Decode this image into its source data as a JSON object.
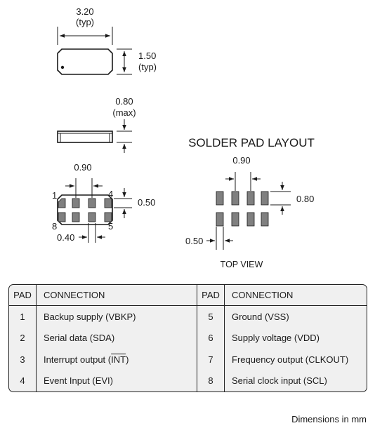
{
  "package": {
    "length": "3.20",
    "width": "1.50",
    "height": "0.80",
    "typ": "(typ)",
    "max": "(max)"
  },
  "pin_view": {
    "pitch": "0.90",
    "pad_height": "0.50",
    "pad_width": "0.40",
    "pin_1": "1",
    "pin_4": "4",
    "pin_5": "5",
    "pin_8": "8"
  },
  "solder_layout": {
    "title": "SOLDER PAD LAYOUT",
    "pitch": "0.90",
    "pad_height": "0.80",
    "pad_width": "0.50",
    "view_label": "TOP VIEW"
  },
  "table": {
    "headers": {
      "pad": "PAD",
      "connection": "CONNECTION"
    },
    "left": [
      {
        "pad": "1",
        "connection": "Backup supply (VBKP)"
      },
      {
        "pad": "2",
        "connection": "Serial data (SDA)"
      },
      {
        "pad": "3",
        "connection_prefix": "Interrupt output (",
        "connection_signal": "INT",
        "connection_suffix": ")"
      },
      {
        "pad": "4",
        "connection": "Event Input (EVI)"
      }
    ],
    "right": [
      {
        "pad": "5",
        "connection": "Ground (VSS)"
      },
      {
        "pad": "6",
        "connection": "Supply voltage (VDD)"
      },
      {
        "pad": "7",
        "connection": "Frequency output (CLKOUT)"
      },
      {
        "pad": "8",
        "connection": "Serial clock input (SCL)"
      }
    ]
  },
  "footer": "Dimensions in mm",
  "colors": {
    "pad_fill": "#808080",
    "ink": "#1a1a1a",
    "table_bg": "#f0f0f0"
  }
}
